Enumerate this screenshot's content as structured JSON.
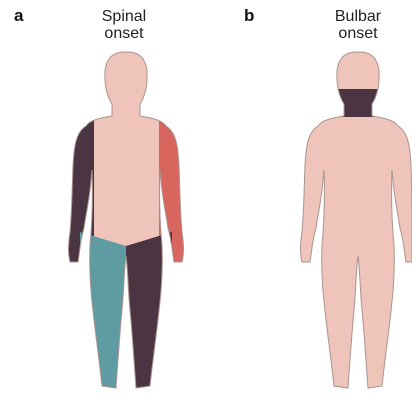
{
  "panels": [
    {
      "letter": "a",
      "title_line1": "Spinal",
      "title_line2": "onset"
    },
    {
      "letter": "b",
      "title_line1": "Bulbar",
      "title_line2": "onset"
    }
  ],
  "colors": {
    "skin": "#eec4bb",
    "skin_outline": "#a9948f",
    "plum": "#4c3543",
    "red": "#d9665e",
    "teal": "#5f9ba2",
    "text": "#222222"
  }
}
